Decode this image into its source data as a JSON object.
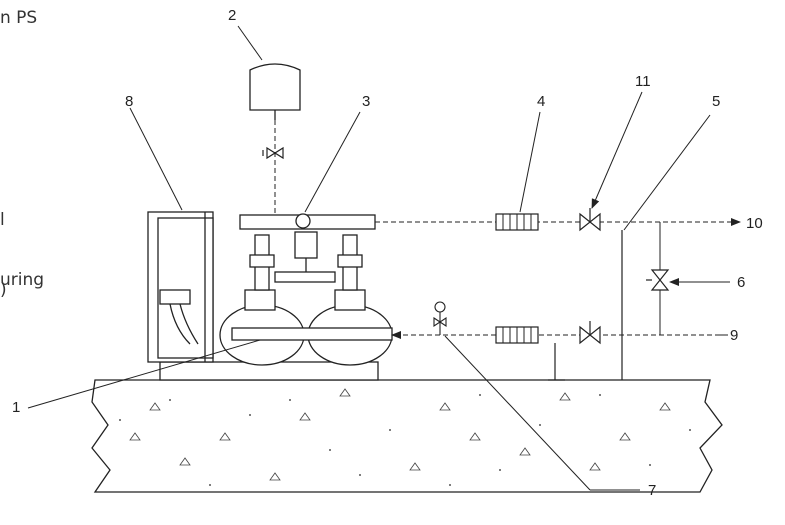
{
  "side_text": {
    "line1": "n PS",
    "line2": "l",
    "line3": "uring",
    "line4": ")"
  },
  "callouts": {
    "c1": "1",
    "c2": "2",
    "c3": "3",
    "c4": "4",
    "c5": "5",
    "c6": "6",
    "c7": "7",
    "c8": "8",
    "c9": "9",
    "c10": "10",
    "c11": "11"
  }
}
